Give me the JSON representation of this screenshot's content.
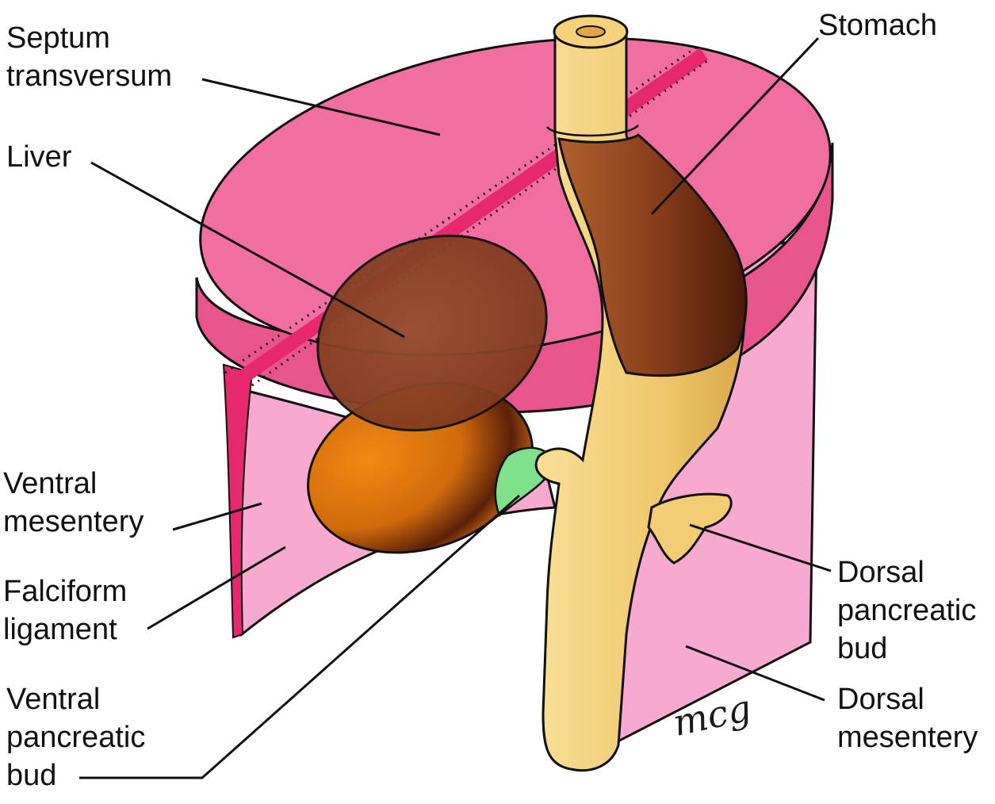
{
  "labels": {
    "septum_transversum": [
      "Septum",
      "transversum"
    ],
    "liver": [
      "Liver"
    ],
    "stomach": [
      "Stomach"
    ],
    "ventral_mesentery": [
      "Ventral",
      "mesentery"
    ],
    "falciform_ligament": [
      "Falciform",
      "ligament"
    ],
    "ventral_pancreatic_bud": [
      "Ventral",
      "pancreatic",
      "bud"
    ],
    "dorsal_pancreatic_bud": [
      "Dorsal",
      "pancreatic",
      "bud"
    ],
    "dorsal_mesentery": [
      "Dorsal",
      "mesentery"
    ]
  },
  "signature": "mcg",
  "colors": {
    "septum": "#f06fa0",
    "septum_rim": "#e8558c",
    "mesentery": "#f7a9cf",
    "falciform": "#e8286e",
    "liver": "#8a4120",
    "liver_lower": "#e07a10",
    "gut": "#f2cd74",
    "stomach": "#7a3418",
    "pancreatic_bud_green": "#7fe08a",
    "outline": "#111111"
  }
}
